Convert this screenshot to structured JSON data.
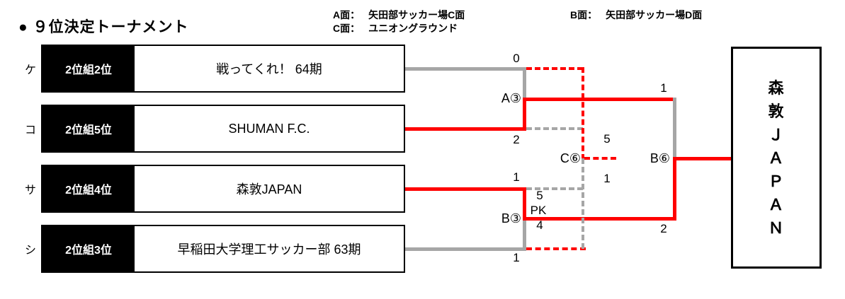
{
  "title": "● ９位決定トーナメント",
  "venues": {
    "a": {
      "label": "A面：",
      "name": "矢田部サッカー場C面"
    },
    "b": {
      "label": "B面：",
      "name": "矢田部サッカー場D面"
    },
    "c": {
      "label": "C面：",
      "name": "ユニオングラウンド"
    }
  },
  "rows": [
    {
      "kana": "ケ",
      "seed": "2位組2位",
      "team": "戦ってくれ！ 64期"
    },
    {
      "kana": "コ",
      "seed": "2位組5位",
      "team": "SHUMAN F.C."
    },
    {
      "kana": "サ",
      "seed": "2位組4位",
      "team": "森敦JAPAN"
    },
    {
      "kana": "シ",
      "seed": "2位組3位",
      "team": "早稲田大学理工サッカー部 63期"
    }
  ],
  "matches": {
    "a3": {
      "label": "A③",
      "top_score": "0",
      "bottom_score": "2"
    },
    "b3": {
      "label": "B③",
      "top_score": "1",
      "bottom_score": "1",
      "pk_top": "5",
      "pk_label": "PK",
      "pk_bottom": "4"
    },
    "c6": {
      "label": "C⑥",
      "top_score": "5",
      "bottom_score": "1"
    },
    "b6": {
      "label": "B⑥",
      "top_score": "1",
      "bottom_score": "2"
    }
  },
  "champion": "森\n敦\nＪ\nＡ\nＰ\nＡ\nＮ",
  "colors": {
    "winner_path": "#ff0000",
    "loser_path": "#a6a6a6"
  }
}
